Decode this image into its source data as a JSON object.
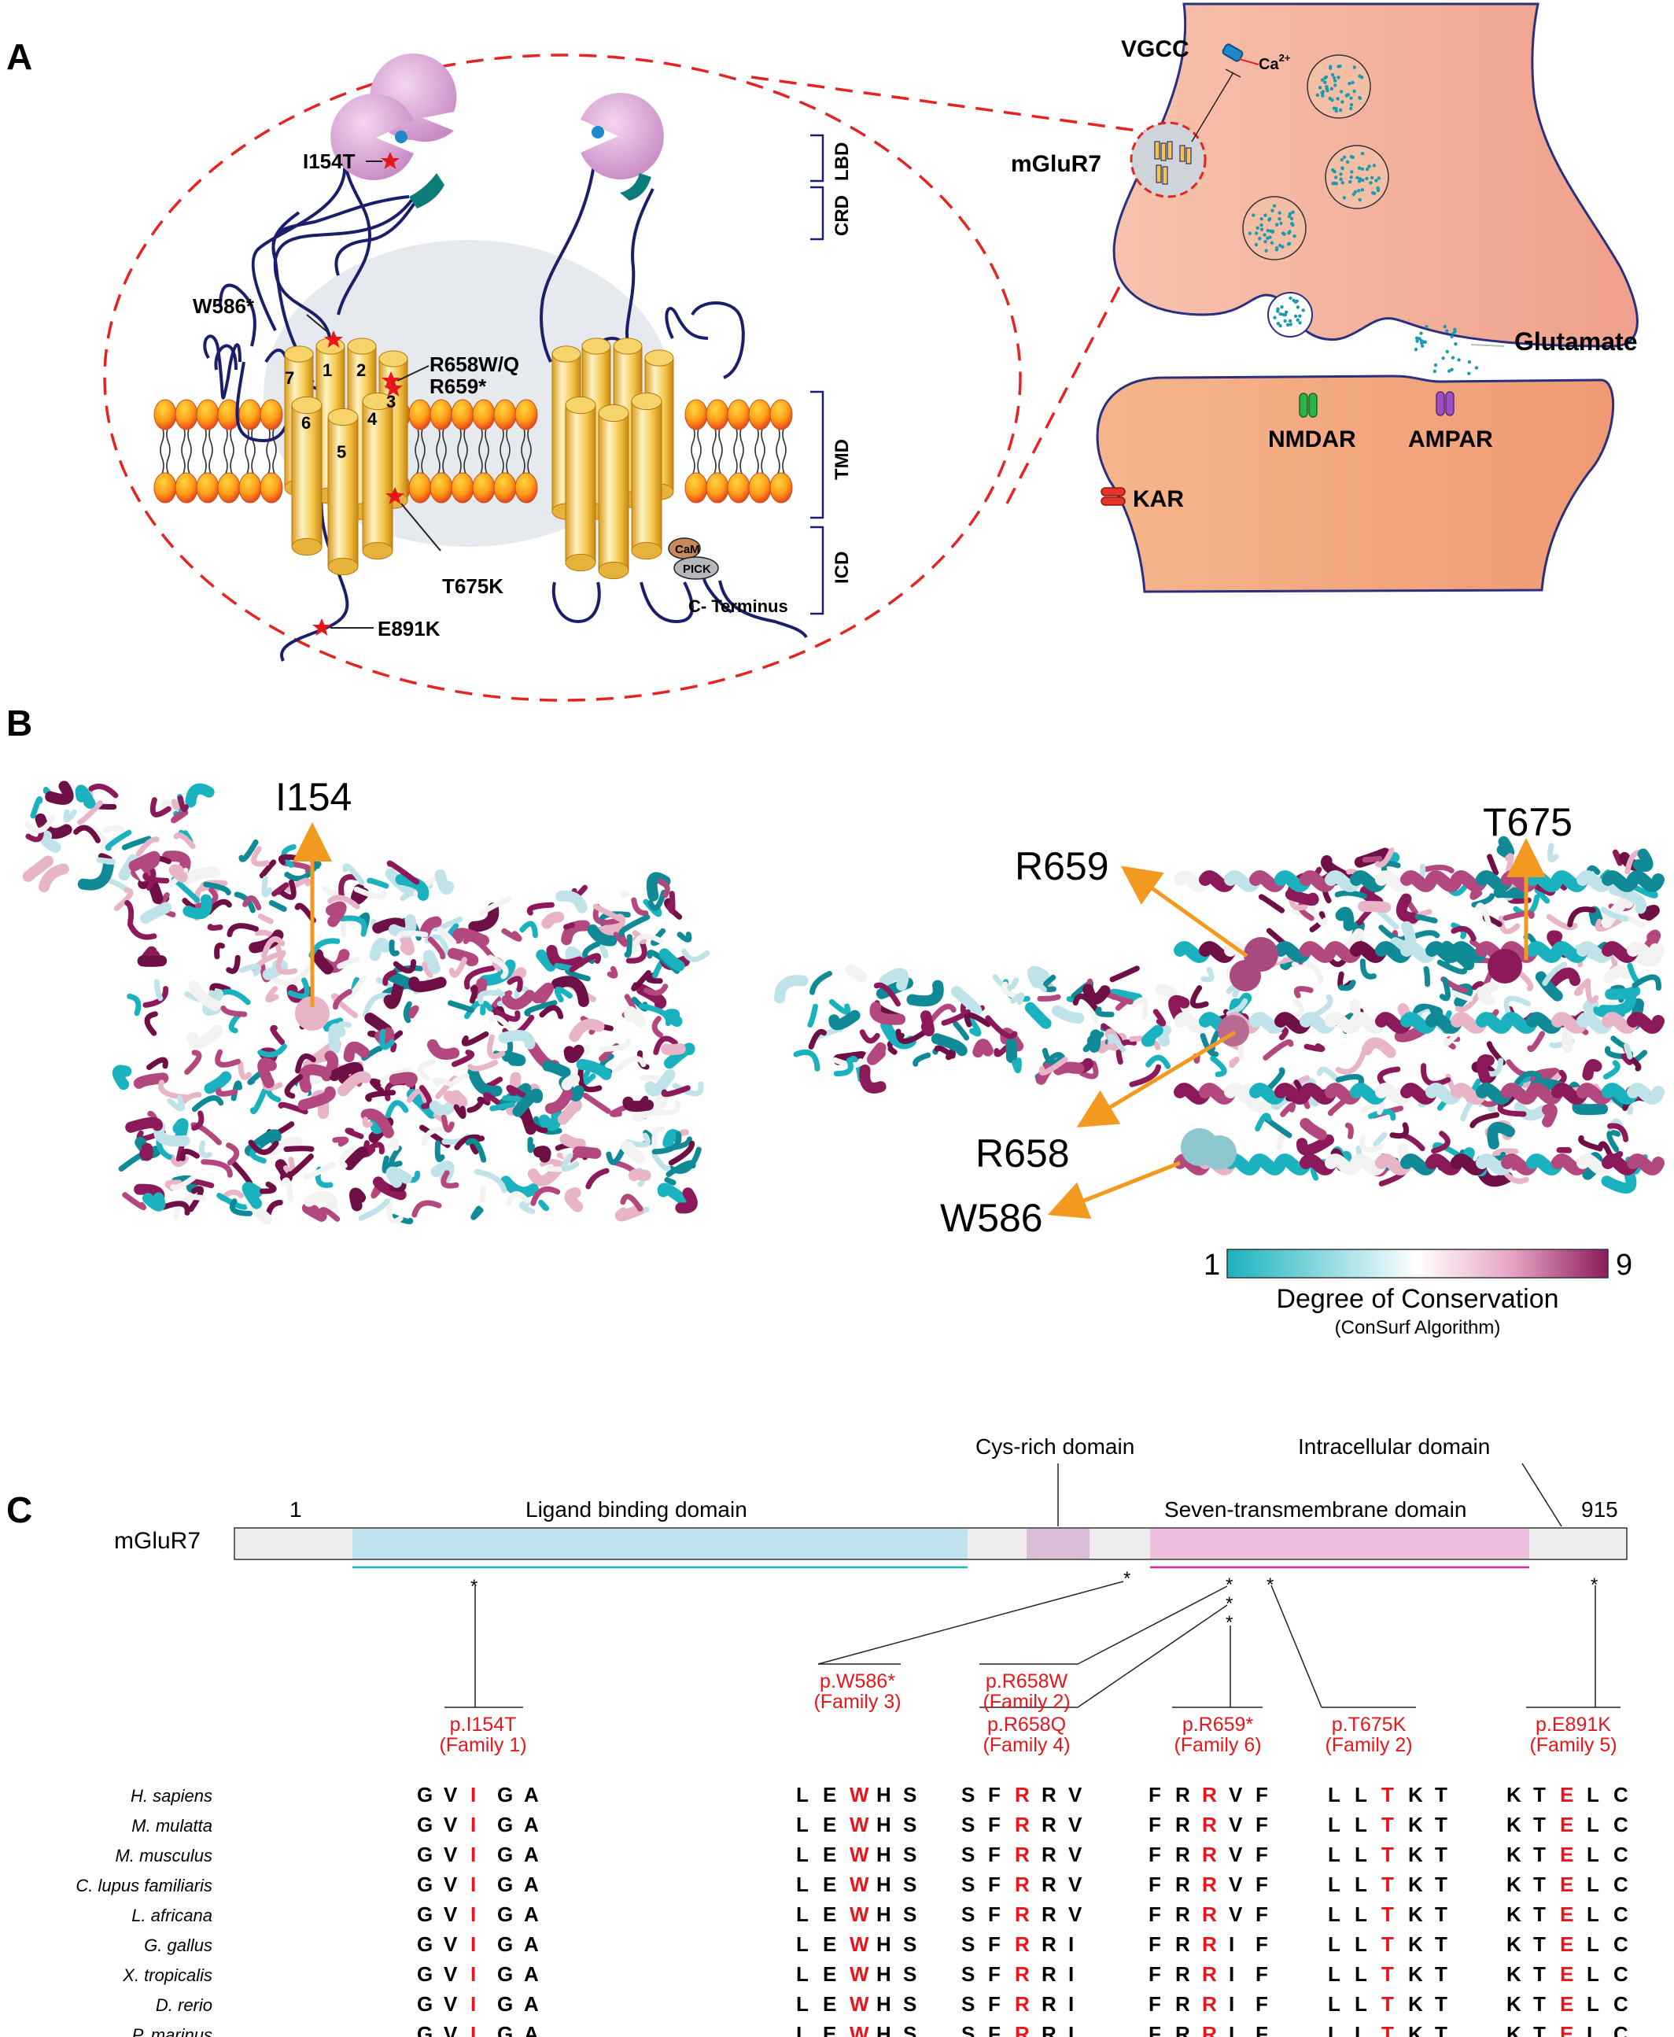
{
  "panels": {
    "a": "A",
    "b": "B",
    "c": "C"
  },
  "panel_a": {
    "variants": {
      "i154t": "I154T",
      "w586": "W586*",
      "r658": "R658W/Q",
      "r659": "R659*",
      "t675k": "T675K",
      "e891k": "E891K"
    },
    "helix_numbers": [
      "1",
      "2",
      "3",
      "4",
      "5",
      "6",
      "7"
    ],
    "domain_brackets": {
      "lbd": "LBD",
      "crd": "CRD",
      "tmd": "TMD",
      "icd": "ICD"
    },
    "cam": "CaM",
    "pick": "PICK",
    "c_terminus": "C- Terminus",
    "synapse": {
      "vgcc": "VGCC",
      "ca": "Ca",
      "ca_sup": "2+",
      "mglur7": "mGluR7",
      "glutamate": "Glutamate",
      "nmdar": "NMDAR",
      "ampar": "AMPAR",
      "kar": "KAR"
    },
    "colors": {
      "dashed": "#e52421",
      "presynaptic": "#f6b8a6",
      "postsynaptic": "#f3a07e",
      "helix": "#f3c64a",
      "loop": "#1b1f6b"
    }
  },
  "panel_b": {
    "residues": {
      "i154": "I154",
      "r659": "R659",
      "t675": "T675",
      "r658": "R658",
      "w586": "W586"
    },
    "scale": {
      "min": "1",
      "max": "9",
      "title": "Degree of Conservation",
      "subtitle": "(ConSurf Algorithm)"
    },
    "colors": {
      "low": "#1a9ba8",
      "mid": "#f2f2f2",
      "high": "#8c1a5a",
      "arrow": "#f29a1f"
    }
  },
  "panel_c": {
    "protein": "mGluR7",
    "start": "1",
    "end": "915",
    "domains": {
      "lbd": "Ligand binding domain",
      "cys": "Cys-rich domain",
      "tmd": "Seven-transmembrane domain",
      "icd": "Intracellular domain"
    },
    "variants": [
      {
        "name": "p.I154T",
        "family": "(Family 1)"
      },
      {
        "name": "p.W586*",
        "family": "(Family 3)"
      },
      {
        "name": "p.R658W",
        "family": "(Family 2)"
      },
      {
        "name": "p.R658Q",
        "family": "(Family 4)"
      },
      {
        "name": "p.R659*",
        "family": "(Family 6)"
      },
      {
        "name": "p.T675K",
        "family": "(Family 2)"
      },
      {
        "name": "p.E891K",
        "family": "(Family 5)"
      }
    ],
    "star": "*",
    "species": [
      "H. sapiens",
      "M. mulatta",
      "M. musculus",
      "C. lupus familiaris",
      "L. africana",
      "G. gallus",
      "X. tropicalis",
      "D. rerio",
      "P. marinus"
    ],
    "alignments": [
      [
        "GVIGA",
        "GVIGA",
        "GVIGA",
        "GVIGA",
        "GVIGA",
        "GVIGA",
        "GVIGA",
        "GVIGA",
        "GVIGA"
      ],
      [
        "LEWHS",
        "LEWHS",
        "LEWHS",
        "LEWHS",
        "LEWHS",
        "LEWHS",
        "LEWHS",
        "LEWHS",
        "LEWHS"
      ],
      [
        "SFRRV",
        "SFRRV",
        "SFRRV",
        "SFRRV",
        "SFRRV",
        "SFRRI",
        "SFRRI",
        "SFRRI",
        "SFRRI"
      ],
      [
        "FRRVF",
        "FRRVF",
        "FRRVF",
        "FRRVF",
        "FRRVF",
        "FRRIF",
        "FRRIF",
        "FRRIF",
        "FRRIF"
      ],
      [
        "LLTKT",
        "LLTKT",
        "LLTKT",
        "LLTKT",
        "LLTKT",
        "LLTKT",
        "LLTKT",
        "LLTKT",
        "LLTKT"
      ],
      [
        "KTELC",
        "KTELC",
        "KTELC",
        "KTELC",
        "KTELC",
        "KTELC",
        "KTELC",
        "KTELC",
        "KTELC"
      ]
    ],
    "highlight_index": 2,
    "colors": {
      "lbd": "#bfe4f0",
      "cys": "#d9bcd6",
      "tmd": "#efbfde",
      "variant": "#e8151b"
    }
  }
}
